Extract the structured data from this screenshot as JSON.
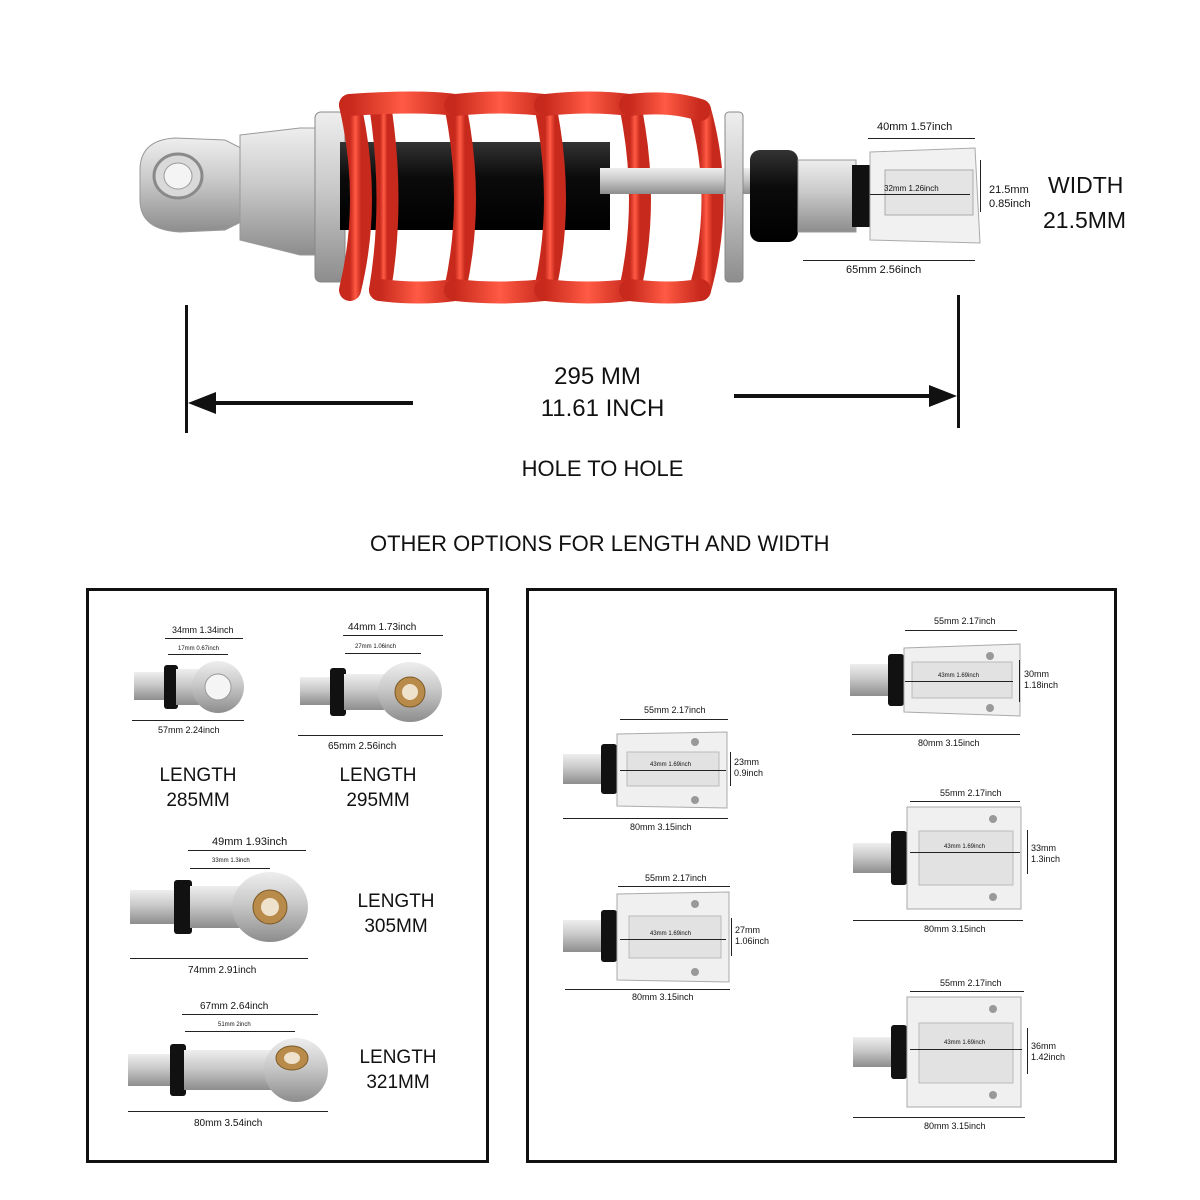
{
  "main_shock": {
    "dims": {
      "top_width": "40mm 1.57inch",
      "inner_gap": "32mm 1.26inch",
      "height_mm": "21.5mm",
      "height_in": "0.85inch",
      "bottom_length": "65mm  2.56inch"
    },
    "width_label": "WIDTH",
    "width_value": "21.5MM",
    "length_mm": "295 MM",
    "length_in": "11.61 INCH",
    "hole_to_hole": "HOLE TO HOLE"
  },
  "options_heading": "OTHER OPTIONS FOR LENGTH AND WIDTH",
  "length_options": [
    {
      "top": "34mm 1.34inch",
      "inner": "17mm  0.67inch",
      "bottom": "57mm  2.24inch",
      "label1": "LENGTH",
      "label2": "285MM"
    },
    {
      "top": "44mm 1.73inch",
      "inner": "27mm  1.06inch",
      "bottom": "65mm  2.56inch",
      "label1": "LENGTH",
      "label2": "295MM"
    },
    {
      "top": "49mm 1.93inch",
      "inner": "33mm  1.3inch",
      "bottom": "74mm  2.91inch",
      "label1": "LENGTH",
      "label2": "305MM"
    },
    {
      "top": "67mm 2.64inch",
      "inner": "51mm  2inch",
      "bottom": "80mm  3.54inch",
      "label1": "LENGTH",
      "label2": "321MM"
    }
  ],
  "width_options": [
    {
      "top": "55mm 2.17inch",
      "inner": "43mm 1.69inch",
      "h_mm": "30mm",
      "h_in": "1.18inch",
      "bottom": "80mm  3.15inch"
    },
    {
      "top": "55mm 2.17inch",
      "inner": "43mm 1.69inch",
      "h_mm": "23mm",
      "h_in": "0.9inch",
      "bottom": "80mm  3.15inch"
    },
    {
      "top": "55mm 2.17inch",
      "inner": "43mm 1.69inch",
      "h_mm": "33mm",
      "h_in": "1.3inch",
      "bottom": "80mm  3.15inch"
    },
    {
      "top": "55mm 2.17inch",
      "inner": "43mm 1.69inch",
      "h_mm": "27mm",
      "h_in": "1.06inch",
      "bottom": "80mm  3.15inch"
    },
    {
      "top": "55mm 2.17inch",
      "inner": "43mm 1.69inch",
      "h_mm": "36mm",
      "h_in": "1.42inch",
      "bottom": "80mm  3.15inch"
    }
  ],
  "colors": {
    "spring": "#e8412f",
    "body": "#0d0d0d",
    "metal": "#c8c8c8",
    "nut": "#111111"
  }
}
